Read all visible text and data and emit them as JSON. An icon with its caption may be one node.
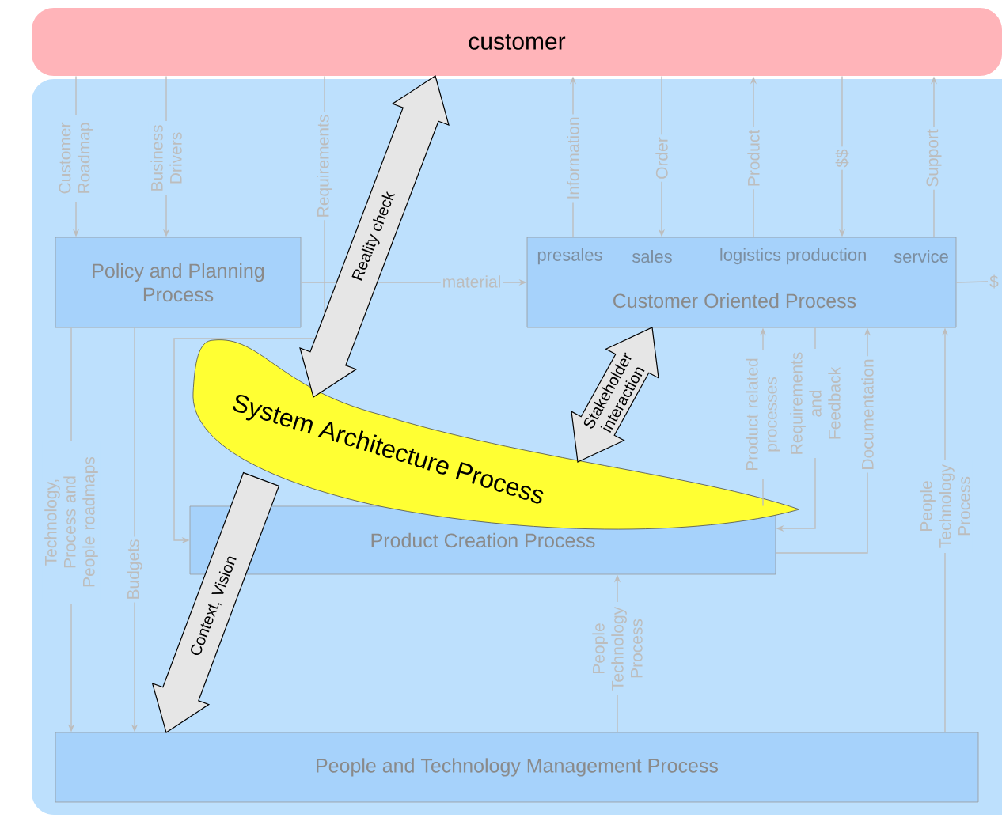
{
  "diagram": {
    "nodes": [
      {
        "text": [
          "customer"
        ]
      },
      {
        "text": [
          "Policy and Planning Process"
        ]
      },
      {
        "text": [
          "presales",
          "sales",
          "logistics",
          "production",
          "service",
          "Customer Oriented Process"
        ]
      },
      {
        "text": [
          "Product Creation Process"
        ]
      },
      {
        "text": [
          "People and Technology Management Process"
        ]
      },
      {
        "text": [
          "System Architecture Process"
        ]
      }
    ],
    "edges": [
      {
        "from": 5,
        "to": 0,
        "arrow": "both",
        "label": "Reality check",
        "style": "thick"
      },
      {
        "from": 5,
        "to": 2,
        "arrow": "both",
        "label": "Stakeholder interaction",
        "style": "thick"
      },
      {
        "from": 5,
        "to": 4,
        "arrow": "to",
        "label": "Context, Vision",
        "style": "thick"
      },
      {
        "from": 0,
        "to": 1,
        "arrow": "to",
        "label": "Customer Roadmap"
      },
      {
        "from": 0,
        "to": 1,
        "arrow": "to",
        "label": "Business Drivers"
      },
      {
        "from": 0,
        "to": 3,
        "arrow": "to",
        "label": "Requirements"
      },
      {
        "from": 2,
        "to": 0,
        "arrow": "to",
        "label": "Information"
      },
      {
        "from": 0,
        "to": 2,
        "arrow": "to",
        "label": "Order"
      },
      {
        "from": 2,
        "to": 0,
        "arrow": "to",
        "label": "Product"
      },
      {
        "from": 0,
        "to": 2,
        "arrow": "to",
        "label": "$$"
      },
      {
        "from": 2,
        "to": 0,
        "arrow": "to",
        "label": "Support"
      },
      {
        "from": 1,
        "to": 2,
        "arrow": "to",
        "label": "material"
      },
      {
        "from": 2,
        "to": null,
        "arrow": "none",
        "label": "$"
      },
      {
        "from": 1,
        "to": 4,
        "arrow": "to",
        "label": "Technology, Process and People roadmaps"
      },
      {
        "from": 1,
        "to": 4,
        "arrow": "to",
        "label": "Budgets"
      },
      {
        "from": 2,
        "to": 3,
        "arrow": "to",
        "label": "Requirements and Feedback"
      },
      {
        "from": 3,
        "to": 2,
        "arrow": "to",
        "label": "Documentation"
      },
      {
        "from": 3,
        "to": 2,
        "arrow": "to",
        "label": "Product related processes"
      },
      {
        "from": 4,
        "to": 3,
        "arrow": "to",
        "label": "People Technology Process"
      },
      {
        "from": 4,
        "to": 2,
        "arrow": "to",
        "label": "People Technology Process"
      }
    ]
  }
}
